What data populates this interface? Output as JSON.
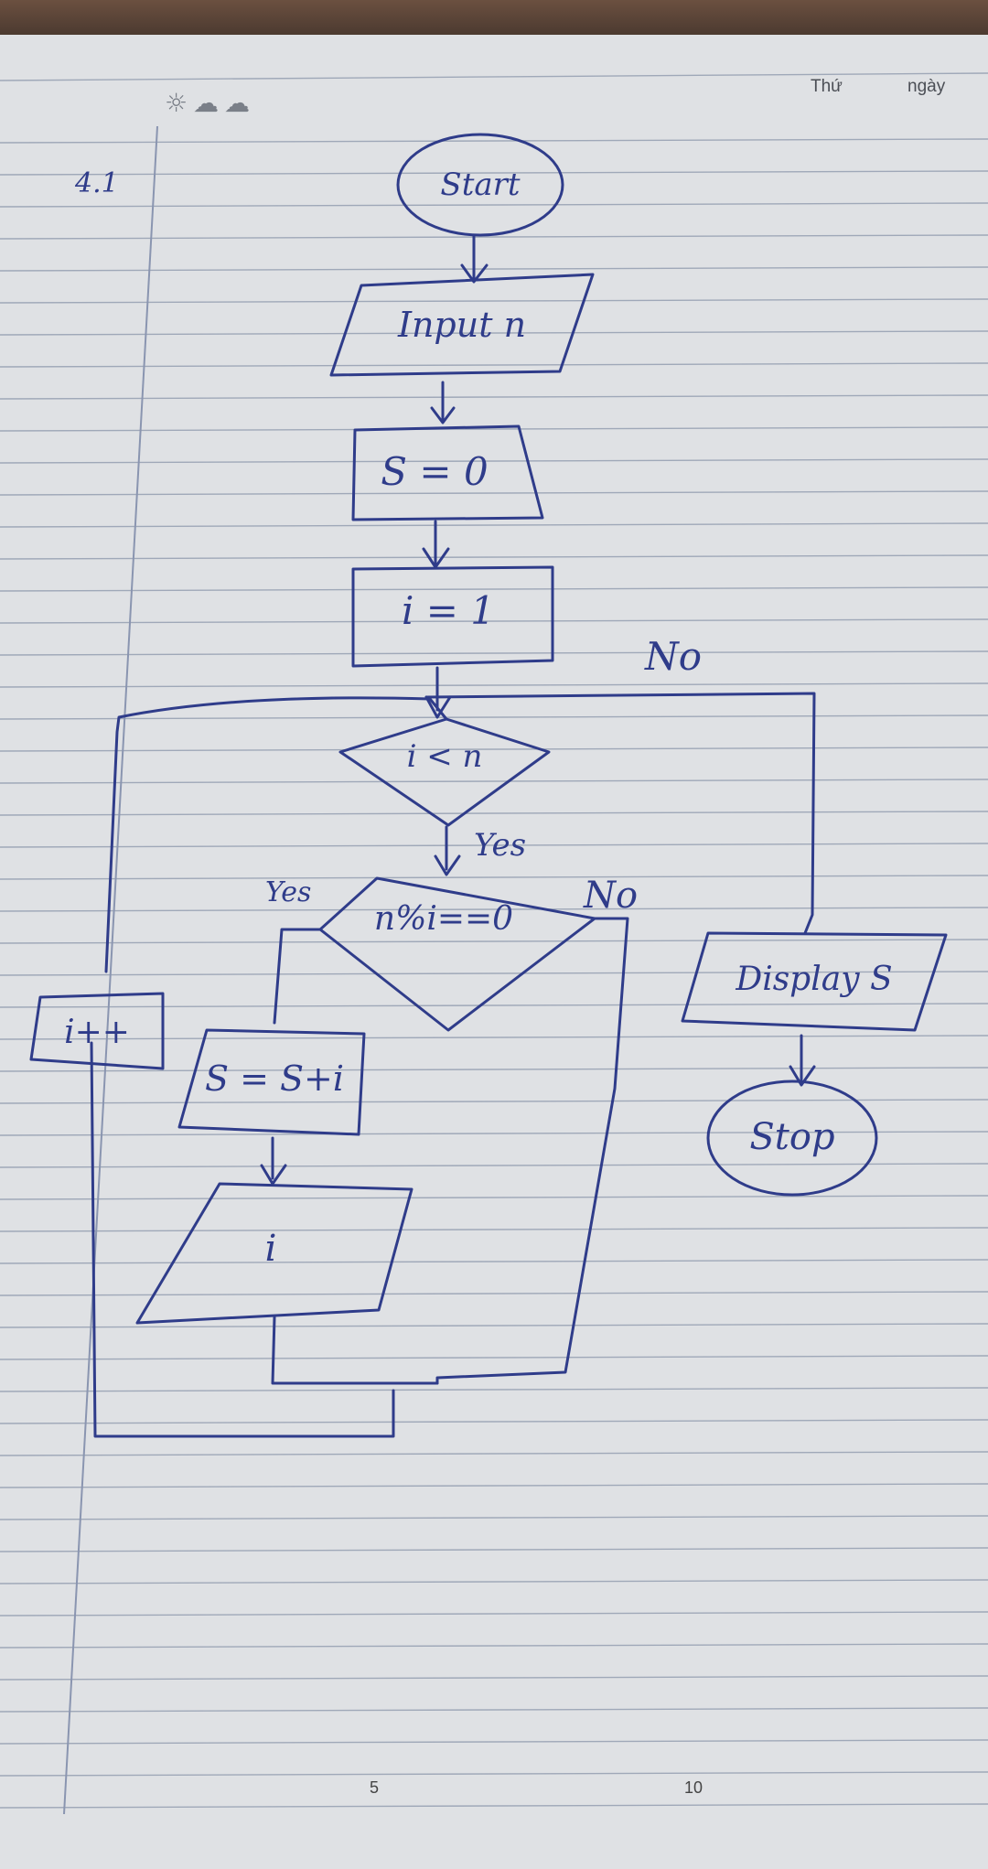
{
  "notebook": {
    "header_day": "Thứ",
    "header_date": "ngày",
    "weather_icons": [
      "sun-icon",
      "cloud-rain-icon",
      "cloud-icon"
    ],
    "ruler_marks": [
      "5",
      "10"
    ]
  },
  "handwriting": {
    "exercise_number": "4.1",
    "nodes": {
      "start": "Start",
      "input": "Input n",
      "init_s": "S = 0",
      "init_i": "i = 1",
      "cond_loop": "i < n",
      "cond_mod": "n%i==0",
      "sum": "S = S+i",
      "print_i": "i",
      "increment": "i++",
      "display": "Display S",
      "stop": "Stop"
    },
    "edge_labels": {
      "loop_yes": "Yes",
      "loop_no": "No",
      "mod_yes": "Yes",
      "mod_no": "No"
    }
  },
  "colors": {
    "ink": "#2f3c8a",
    "paper": "#dfe1e4",
    "rule_line": "#9fa8b8",
    "margin_line": "#8a95b0"
  }
}
